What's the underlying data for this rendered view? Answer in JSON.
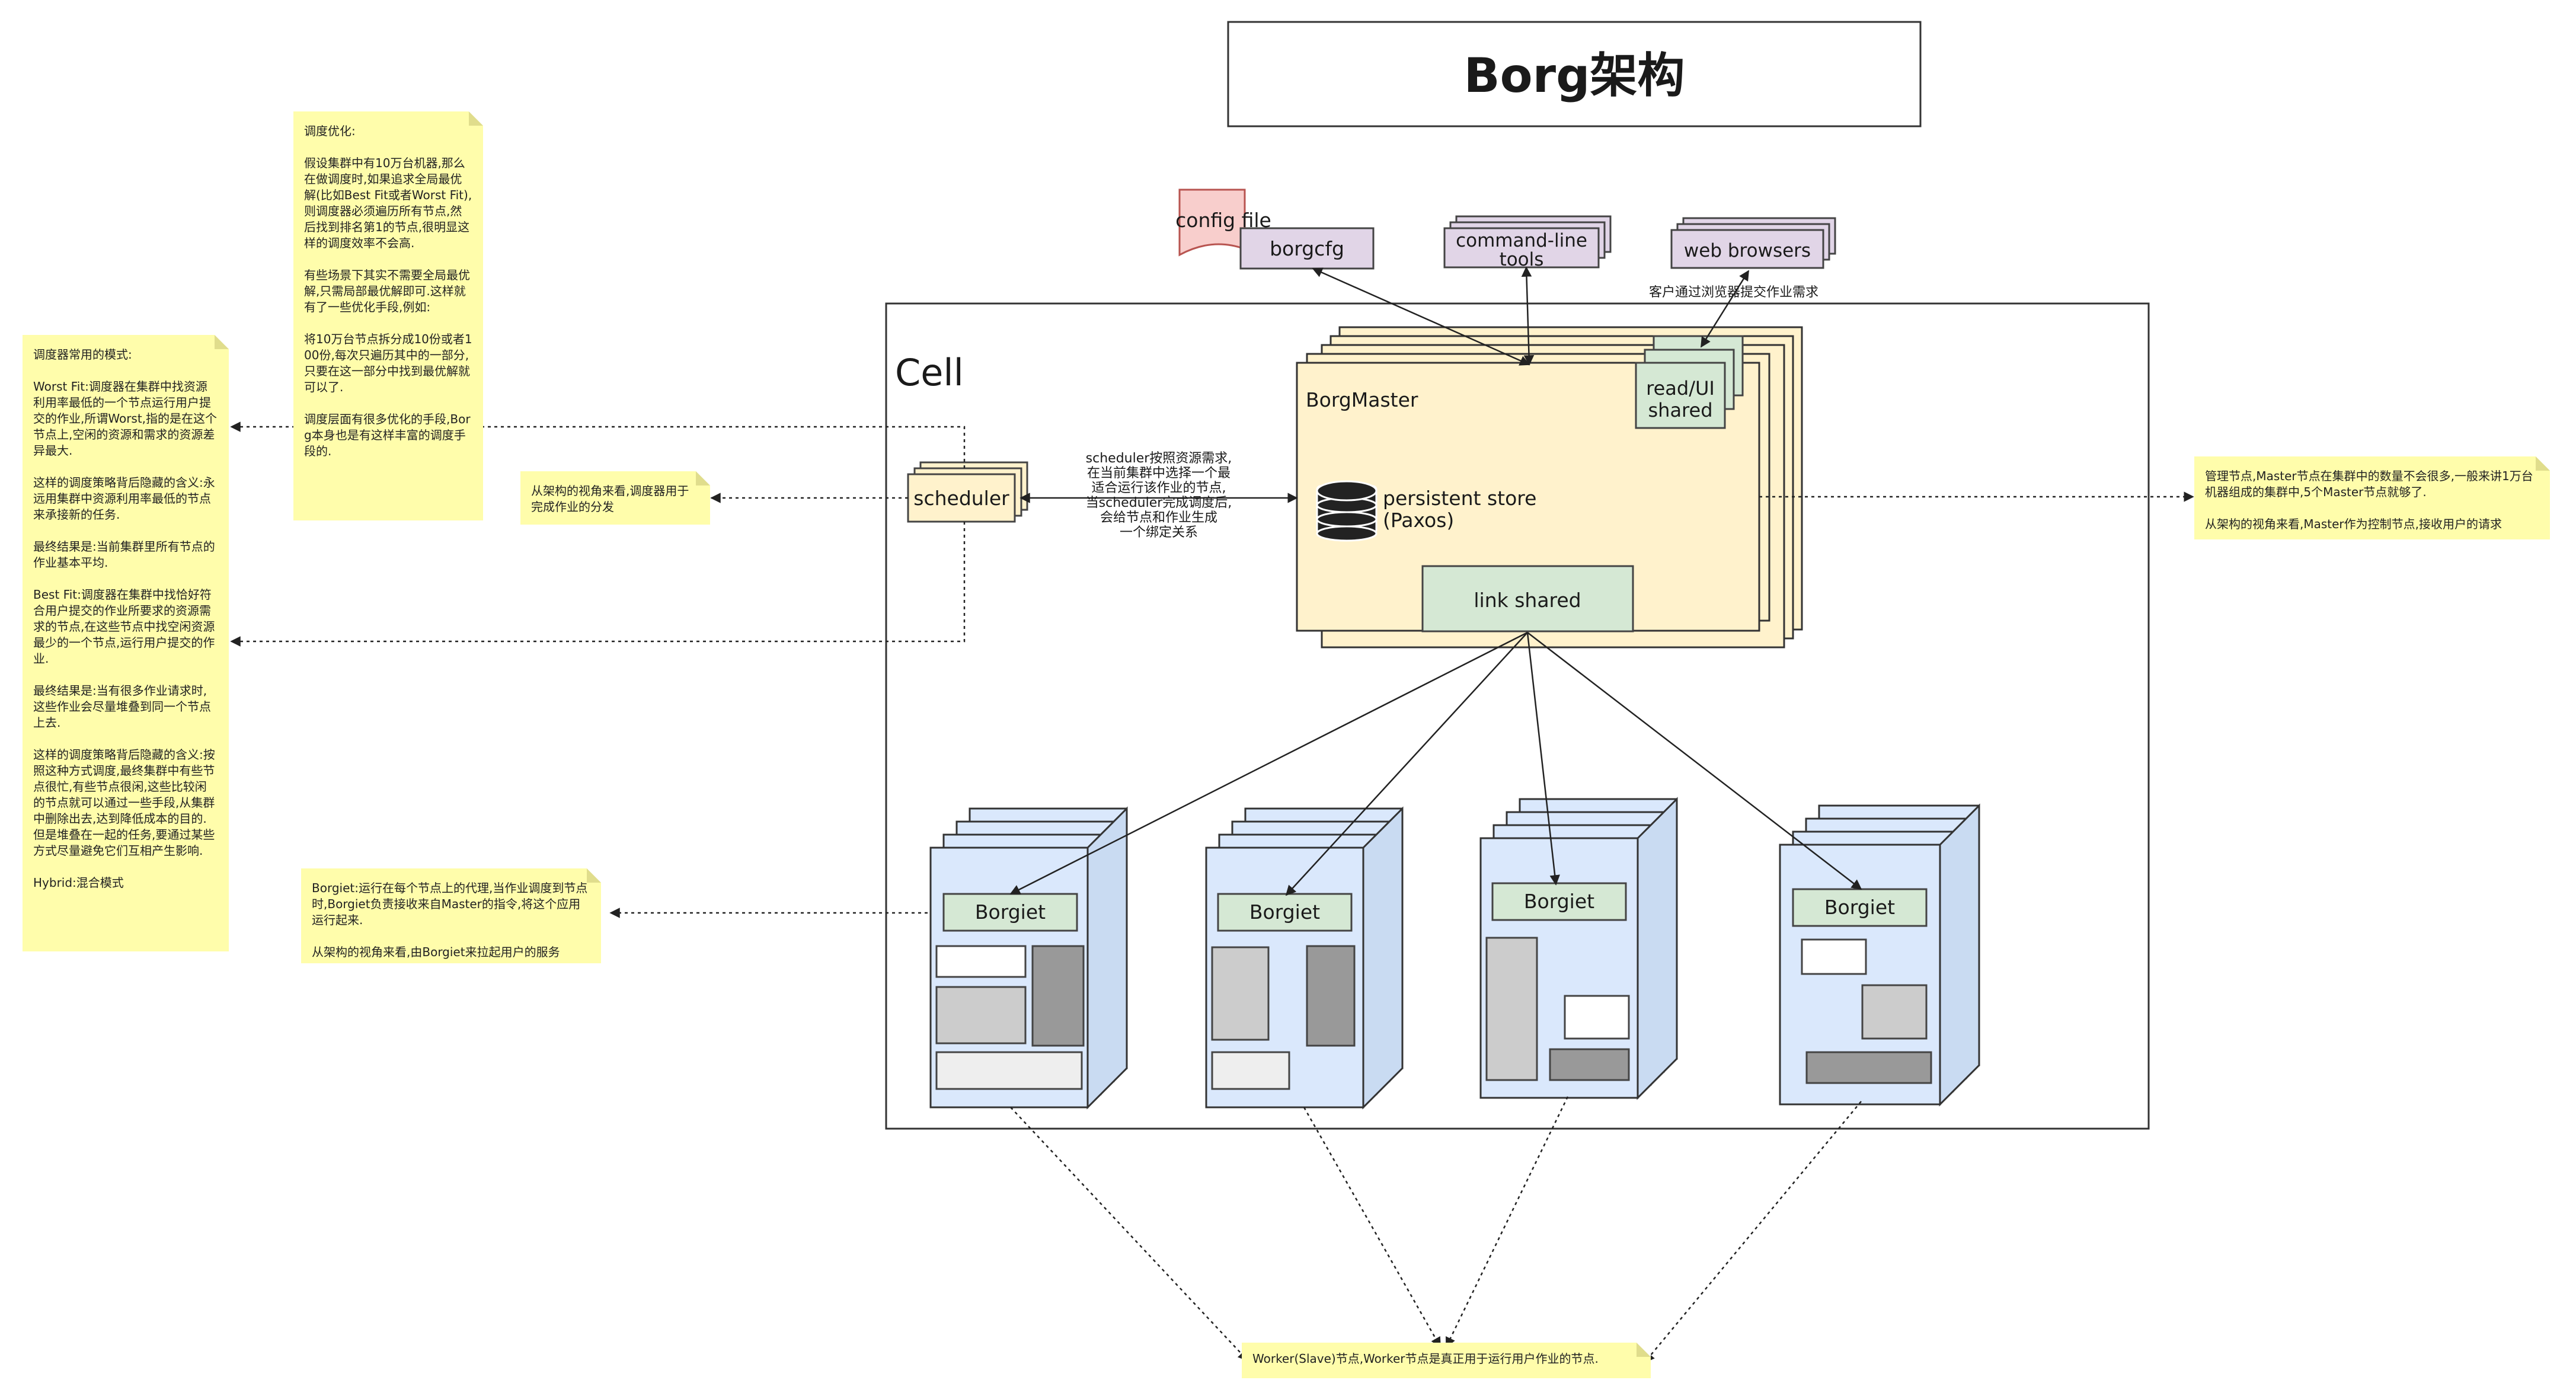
{
  "title": "Borg架构",
  "cell_label": "Cell",
  "clients": {
    "config_file": "config file",
    "borgcfg": "borgcfg",
    "command_line_tools": "command-line tools",
    "web_browsers": "web browsers",
    "web_browsers_caption": "客户通过浏览器提交作业需求"
  },
  "borgmaster": {
    "label": "BorgMaster",
    "readui": [
      "read/UI",
      "shared"
    ],
    "persistent_store": [
      "persistent store",
      "(Paxos)"
    ],
    "link_shared": "link shared"
  },
  "scheduler": {
    "label": "scheduler",
    "caption": [
      "scheduler按照资源需求,",
      "在当前集群中选择一个最",
      "适合运行该作业的节点,",
      "当scheduler完成调度后,",
      "会给节点和作业生成",
      "一个绑定关系"
    ]
  },
  "borglet_label": "Borgiet",
  "notes": {
    "scheduling_opt": "调度优化:\n\n假设集群中有10万台机器,那么在做调度时,如果追求全局最优解(比如Best Fit或者Worst Fit),则调度器必须遍历所有节点,然后找到排名第1的节点,很明显这样的调度效率不会高.\n\n有些场景下其实不需要全局最优解,只需局部最优解即可.这样就有了一些优化手段,例如:\n\n将10万台节点拆分成10份或者100份,每次只遍历其中的一部分,只要在这一部分中找到最优解就可以了.\n\n调度层面有很多优化的手段,Borg本身也是有这样丰富的调度手段的.",
    "scheduler_modes": "调度器常用的模式:\n\nWorst Fit:调度器在集群中找资源利用率最低的一个节点运行用户提交的作业,所谓Worst,指的是在这个节点上,空闲的资源和需求的资源差异最大.\n\n这样的调度策略背后隐藏的含义:永远用集群中资源利用率最低的节点来承接新的任务.\n\n最终结果是:当前集群里所有节点的作业基本平均.\n\nBest Fit:调度器在集群中找恰好符合用户提交的作业所要求的资源需求的节点,在这些节点中找空闲资源最少的一个节点,运行用户提交的作业.\n\n最终结果是:当有很多作业请求时,这些作业会尽量堆叠到同一个节点上去.\n\n这样的调度策略背后隐藏的含义:按照这种方式调度,最终集群中有些节点很忙,有些节点很闲,这些比较闲的节点就可以通过一些手段,从集群中删除出去,达到降低成本的目的.但是堆叠在一起的任务,要通过某些方式尽量避免它们互相产生影响.\n\nHybrid:混合模式",
    "scheduler_view": "从架构的视角来看,调度器用于完成作业的分发",
    "master_view": "管理节点,Master节点在集群中的数量不会很多,一般来讲1万台机器组成的集群中,5个Master节点就够了.\n\n从架构的视角来看,Master作为控制节点,接收用户的请求",
    "borglet_view": "Borgiet:运行在每个节点上的代理,当作业调度到节点时,Borgiet负责接收来自Master的指令,将这个应用运行起来.\n\n从架构的视角来看,由Borgiet来拉起用户的服务",
    "worker_view": "Worker(Slave)节点,Worker节点是真正用于运行用户作业的节点."
  },
  "colors": {
    "master_fill": "#fff2cc",
    "node_fill": "#dae8fc",
    "green_fill": "#d5e8d4",
    "purple_fill": "#e1d5e7",
    "pink_fill": "#f8cecc",
    "note_fill": "#fffdab"
  }
}
